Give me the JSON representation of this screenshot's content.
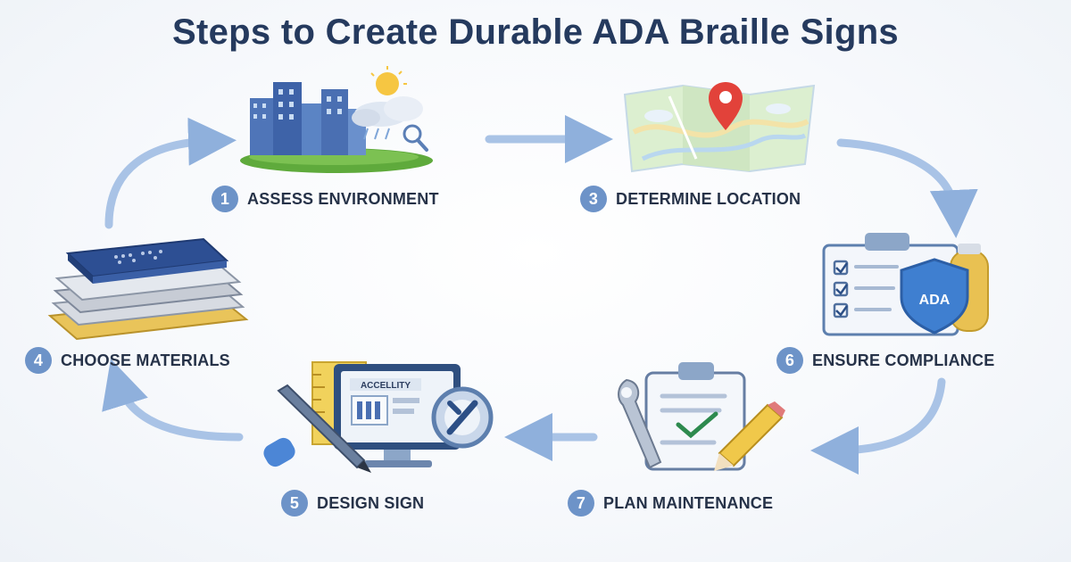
{
  "title": "Steps to Create Durable ADA Braille Signs",
  "steps": [
    {
      "number": "1",
      "label": "ASSESS ENVIRONMENT"
    },
    {
      "number": "3",
      "label": "DETERMINE LOCATION"
    },
    {
      "number": "6",
      "label": "ENSURE COMPLIANCE"
    },
    {
      "number": "7",
      "label": "PLAN MAINTENANCE"
    },
    {
      "number": "5",
      "label": "DESIGN SIGN"
    },
    {
      "number": "4",
      "label": "CHOOSE MATERIALS"
    }
  ],
  "illustrations": {
    "compliance_badge": "ADA",
    "monitor_text": "ACCELLITY"
  },
  "colors": {
    "title": "#253a5e",
    "badge": "#6d93c8",
    "arrow": "#8fb0dc",
    "label": "#263248"
  }
}
